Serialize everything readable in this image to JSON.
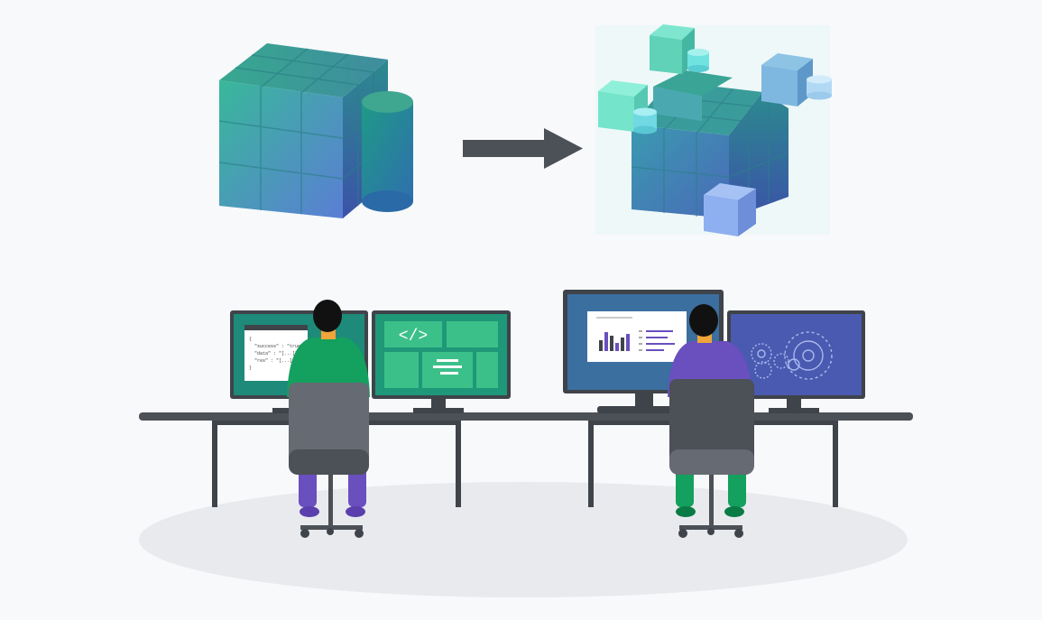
{
  "colors": {
    "background": "#f7f9fb",
    "floor": "#e8eaee",
    "desk": "#4c5057",
    "arrow": "#4c5057",
    "teal": "#2fa98f",
    "blue": "#4a6fc4",
    "green_shirt": "#14a05e",
    "purple_shirt": "#6a4fbf"
  },
  "icons": {
    "monolith": "monolithic-cube-database-icon",
    "arrow": "arrow-right-icon",
    "microservices": "decomposed-cubes-icon",
    "code": "code-brackets-icon",
    "chart": "bar-chart-icon",
    "gears": "gears-icon"
  },
  "screens": {
    "code_symbol": "</>",
    "json_lines": [
      "{",
      "\"success\" : \"true\"",
      "\"data\" : \"[...]\"",
      "\"res\" : \"[...]\"",
      "}"
    ]
  }
}
